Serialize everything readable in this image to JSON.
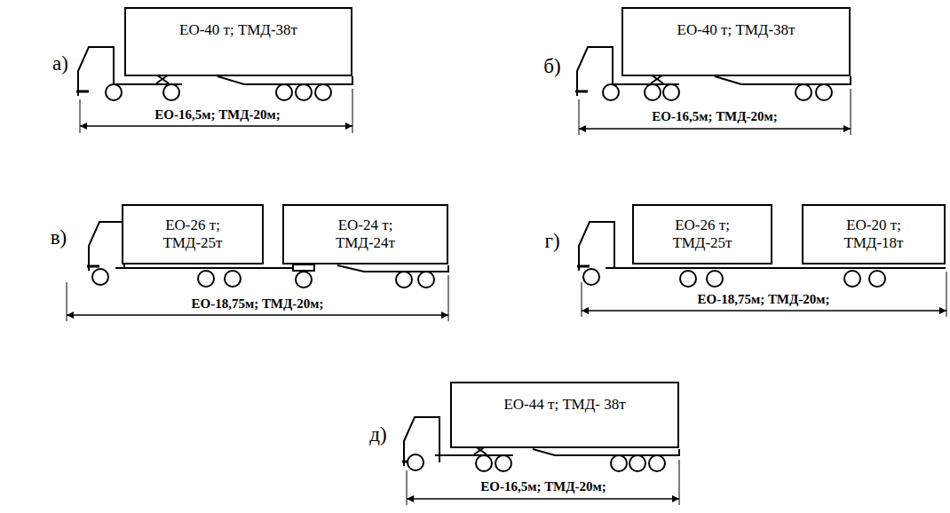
{
  "diagram": {
    "nodes": [
      {
        "text": [
          "ЕО-40 т;  ТМД-38т"
        ]
      },
      {
        "text": [
          "ЕО-40 т;  ТМД-38т"
        ]
      },
      {
        "text": [
          "ЕО-26 т; ТМД-25т"
        ]
      },
      {
        "text": [
          "ЕО-24 т; ТМД-24т"
        ]
      },
      {
        "text": [
          "ЕО-26 т; ТМД-25т"
        ]
      },
      {
        "text": [
          "ЕО-20 т; ТМД-18т"
        ]
      },
      {
        "text": [
          "ЕО-44 т;  ТМД- 38т"
        ]
      }
    ],
    "labels": [
      "а)",
      "ЕО-16,5м;  ТМД-20м;",
      "б)",
      "ЕО-16,5м;  ТМД-20м;",
      "в)",
      "ЕО-18,75м;  ТМД-20м;",
      "г)",
      "ЕО-18,75м;  ТМД-20м;",
      "д)",
      "ЕО-16,5м;  ТМД-20м;"
    ]
  }
}
